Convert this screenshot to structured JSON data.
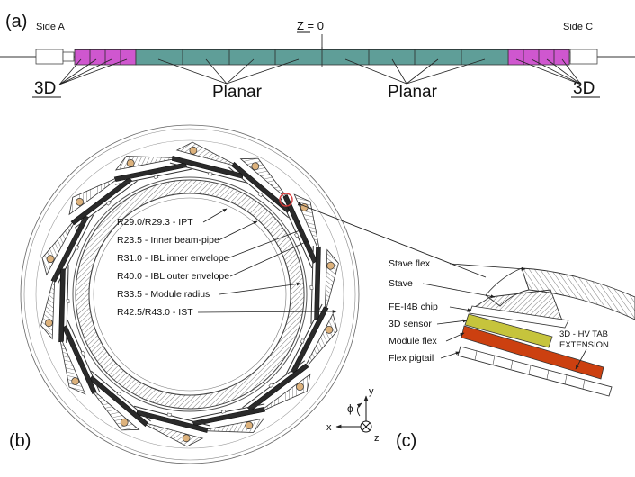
{
  "panels": {
    "a": "(a)",
    "b": "(b)",
    "c": "(c)"
  },
  "stave_view": {
    "side_left": "Side A",
    "side_right": "Side C",
    "z_label": "Z = 0",
    "group_3d": "3D",
    "group_planar": "Planar"
  },
  "radii": {
    "ipt": "R29.0/R29.3 - IPT",
    "beam_pipe": "R23.5 - Inner beam-pipe",
    "ibl_inner": "R31.0 - IBL inner envelope",
    "ibl_outer": "R40.0 - IBL outer envelope",
    "module_radius": "R33.5 - Module radius",
    "ist": "R42.5/R43.0 - IST"
  },
  "axes": {
    "y": "y",
    "x": "x",
    "z": "z",
    "phi": "ϕ"
  },
  "module_detail": {
    "stave_flex": "Stave flex",
    "stave": "Stave",
    "fe_chip": "FE-I4B chip",
    "sensor": "3D sensor",
    "module_flex": "Module flex",
    "pigtail": "Flex pigtail",
    "hv_tab_1": "3D - HV TAB",
    "hv_tab_2": "EXTENSION"
  },
  "colors": {
    "planar_module": "#5f9e98",
    "module_3d": "#cf57cf",
    "sensor": "#c6c43c",
    "hv_tab": "#cc4010",
    "pipe_dot": "#ddb27c",
    "highlight": "#d83a3a"
  }
}
